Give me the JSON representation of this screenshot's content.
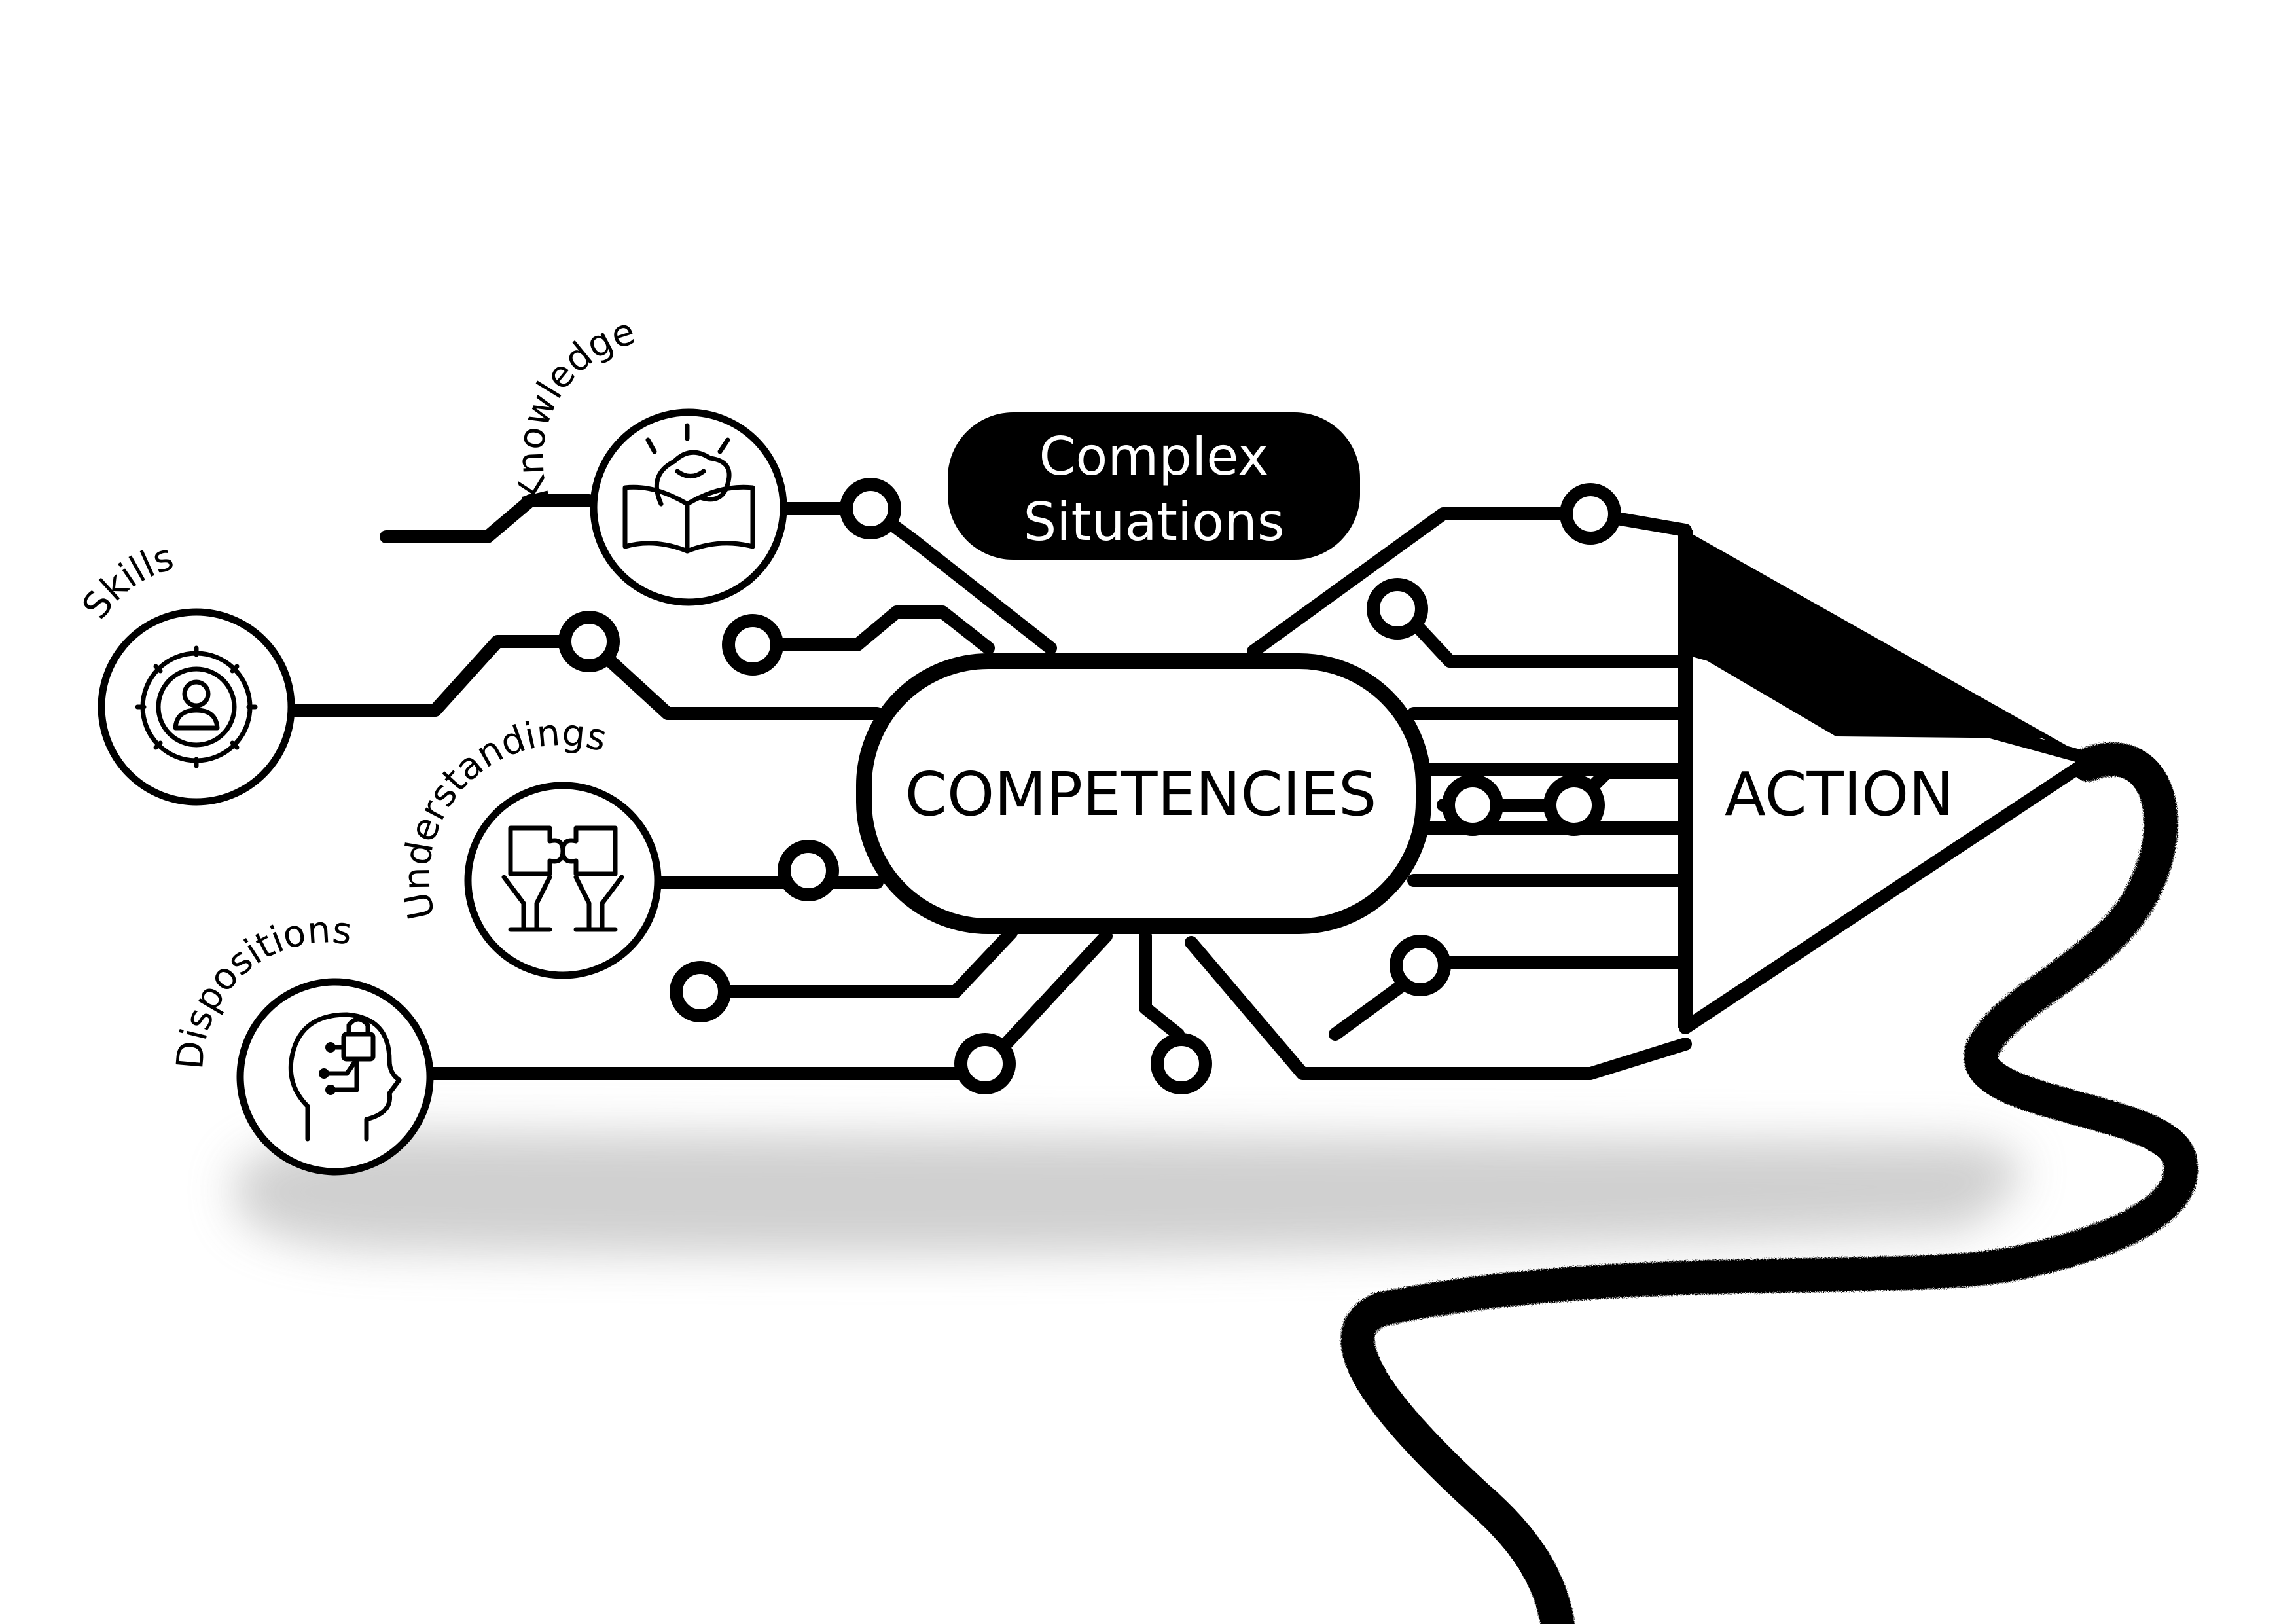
{
  "center": {
    "label": "COMPETENCIES"
  },
  "action": {
    "label": "ACTION"
  },
  "situations": {
    "line1": "Complex",
    "line2": "Situations"
  },
  "inputs": {
    "knowledge": {
      "label": "Knowledge",
      "icon": "brain-book-icon"
    },
    "skills": {
      "label": "Skills",
      "icon": "gear-person-icon"
    },
    "understandings": {
      "label": "Understandings",
      "icon": "puzzle-hands-icon"
    },
    "dispositions": {
      "label": "Dispositions",
      "icon": "head-lock-icon"
    }
  },
  "colors": {
    "ink": "#000000",
    "paper": "#ffffff",
    "shadow": "#c8c8c8"
  }
}
